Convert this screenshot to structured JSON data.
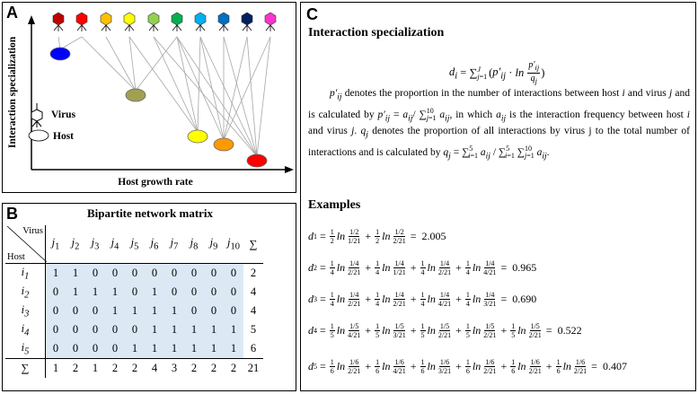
{
  "panelA": {
    "label": "A",
    "y_axis_label": "Interaction specialization",
    "x_axis_label": "Host growth rate",
    "legend": {
      "virus": "Virus",
      "host": "Host"
    },
    "virus_colors": [
      "#c00000",
      "#ff0000",
      "#ffc000",
      "#ffff00",
      "#92d050",
      "#00b050",
      "#00b0f0",
      "#0070c0",
      "#002060",
      "#ff33cc"
    ],
    "host_colors": [
      "#0000ff",
      "#a0a050",
      "#ffff00",
      "#ff9900",
      "#ff0000"
    ]
  },
  "panelB": {
    "label": "B",
    "title": "Bipartite network matrix",
    "corner_top": "Virus",
    "corner_bottom": "Host",
    "col_headers": [
      "j1",
      "j2",
      "j3",
      "j4",
      "j5",
      "j6",
      "j7",
      "j8",
      "j9",
      "j10"
    ],
    "sum_symbol": "∑",
    "rows": [
      {
        "label": "i1",
        "values": [
          "1",
          "1",
          "0",
          "0",
          "0",
          "0",
          "0",
          "0",
          "0",
          "0"
        ],
        "sum": "2"
      },
      {
        "label": "i2",
        "values": [
          "0",
          "1",
          "1",
          "1",
          "0",
          "1",
          "0",
          "0",
          "0",
          "0"
        ],
        "sum": "4"
      },
      {
        "label": "i3",
        "values": [
          "0",
          "0",
          "0",
          "1",
          "1",
          "1",
          "1",
          "0",
          "0",
          "0"
        ],
        "sum": "4"
      },
      {
        "label": "i4",
        "values": [
          "0",
          "0",
          "0",
          "0",
          "0",
          "1",
          "1",
          "1",
          "1",
          "1"
        ],
        "sum": "5"
      },
      {
        "label": "i5",
        "values": [
          "0",
          "0",
          "0",
          "0",
          "1",
          "1",
          "1",
          "1",
          "1",
          "1"
        ],
        "sum": "6"
      }
    ],
    "col_sums": [
      "1",
      "2",
      "1",
      "2",
      "2",
      "4",
      "3",
      "2",
      "2",
      "2"
    ],
    "total": "21"
  },
  "panelC": {
    "label": "C",
    "title": "Interaction specialization",
    "formula": "d_i = ∑_{j=1}^{J} (p′_ij · ln p′_ij / q_j)",
    "description": "p′ij denotes the proportion in the number of interactions between host i and virus j and is calculated by p′ij = aij / ∑j=1..10 aij, in which aij is the interaction frequency between host i and virus j. qj denotes the proportion of all interactions by virus j to the total number of interactions and is calculated by qj = ∑i=1..5 aij / ∑i=1..5 ∑j=1..10 aij.",
    "examples_title": "Examples",
    "results": [
      "2.005",
      "0.965",
      "0.690",
      "0.522",
      "0.407"
    ]
  }
}
